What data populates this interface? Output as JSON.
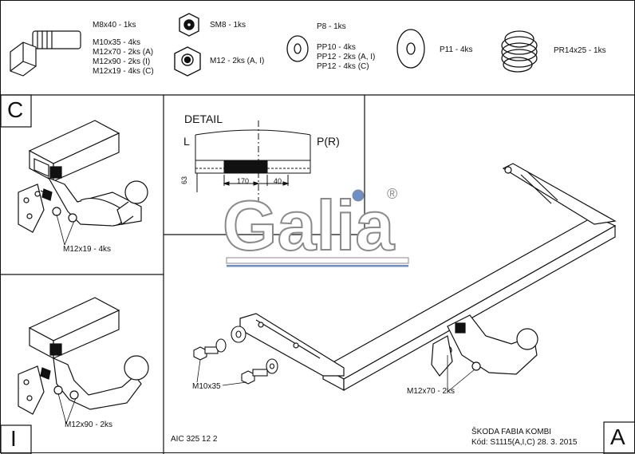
{
  "parts": {
    "bolt_m8x40": "M8x40 - 1ks",
    "bolt_m10x35": "M10x35 - 4ks",
    "bolt_m12x70": "M12x70 - 2ks (A)",
    "bolt_m12x90": "M12x90 - 2ks (I)",
    "bolt_m12x19": "M12x19 - 4ks (C)",
    "nut_sm8": "SM8 - 1ks",
    "nut_m12": "M12 - 2ks (A, I)",
    "washer_p8": "P8 - 1ks",
    "washer_pp10": "PP10 - 4ks",
    "washer_pp12a": "PP12 - 2ks (A, I)",
    "washer_pp12c": "PP12 - 4ks (C)",
    "washer_p11": "P11 - 4ks",
    "spring_pr14x25": "PR14x25 - 1ks"
  },
  "detail": {
    "title": "DETAIL",
    "left_label": "L",
    "right_label": "P(R)",
    "dim_170": "170",
    "dim_40": "40",
    "dim_63": "63"
  },
  "logo": {
    "text": "Galia",
    "mark": "®"
  },
  "views": {
    "c_letter": "C",
    "c_callout": "M12x19 - 4ks",
    "i_letter": "I",
    "i_callout": "M12x90 - 2ks",
    "a_letter": "A",
    "a_callout_bolt": "M10x35",
    "a_callout_m12": "M12x70 - 2ks"
  },
  "titleblock": {
    "code": "AIC 325 12 2",
    "model": "ŠKODA FABIA KOMBI",
    "kod": "Kód: S1115(A,I,C)  28. 3. 2015"
  },
  "colors": {
    "line": "#111111",
    "logo_outline": "#8a8a8a",
    "logo_dot": "#6d8fc9",
    "logo_bar": "#6d8fc9"
  }
}
